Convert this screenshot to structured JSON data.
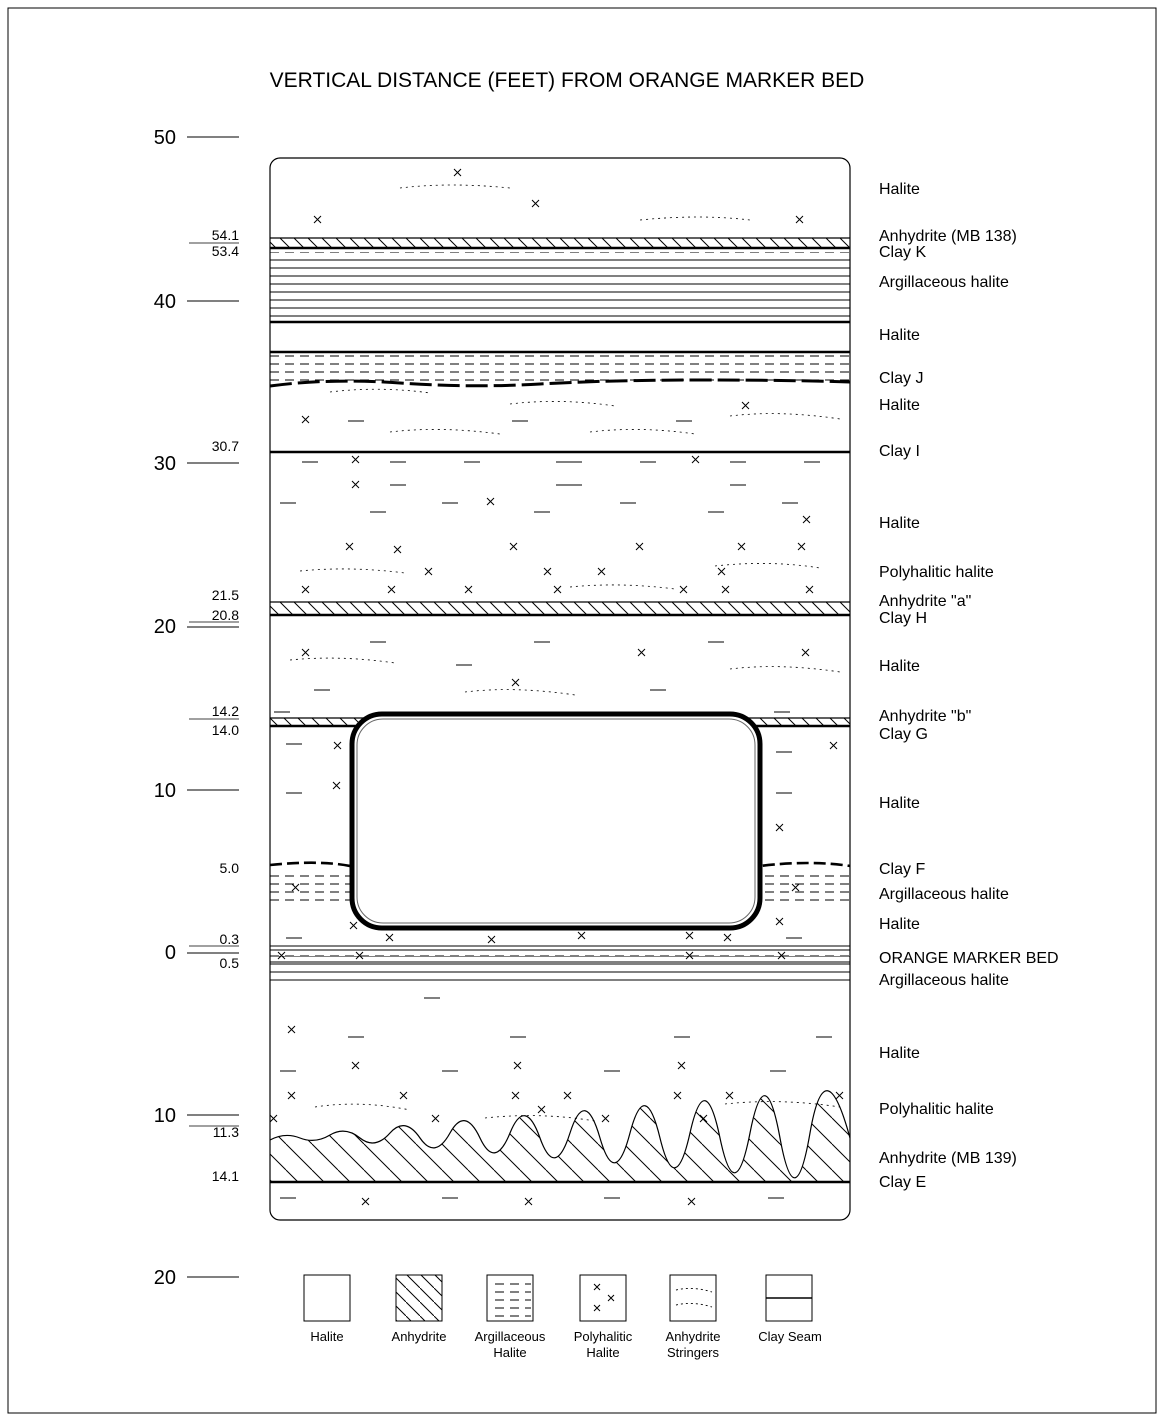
{
  "title": "VERTICAL DISTANCE (FEET) FROM ORANGE MARKER BED",
  "scale": {
    "labels": [
      "50",
      "40",
      "30",
      "20",
      "10",
      "0",
      "10",
      "20"
    ]
  },
  "elevations": [
    "54.1",
    "53.4",
    "30.7",
    "21.5",
    "20.8",
    "14.2",
    "14.0",
    "5.0",
    "0.3",
    "0.5",
    "11.3",
    "14.1"
  ],
  "units": [
    "Halite",
    "Anhydrite (MB 138)",
    "Clay K",
    "Argillaceous halite",
    "Halite",
    "Clay J",
    "Halite",
    "Clay I",
    "Halite",
    "Polyhalitic halite",
    "Anhydrite \"a\"",
    "Clay H",
    "Halite",
    "Anhydrite \"b\"",
    "Clay G",
    "Halite",
    "Clay F",
    "Argillaceous halite",
    "Halite",
    "ORANGE MARKER BED",
    "Argillaceous halite",
    "Halite",
    "Polyhalitic halite",
    "Anhydrite (MB 139)",
    "Clay E"
  ],
  "legend": [
    {
      "icon": "halite-pattern",
      "label": [
        "Halite"
      ]
    },
    {
      "icon": "anhydrite-pattern",
      "label": [
        "Anhydrite"
      ]
    },
    {
      "icon": "argillaceous-halite-pattern",
      "label": [
        "Argillaceous",
        "Halite"
      ]
    },
    {
      "icon": "polyhalitic-halite-pattern",
      "label": [
        "Polyhalitic",
        "Halite"
      ]
    },
    {
      "icon": "anhydrite-stringers-pattern",
      "label": [
        "Anhydrite",
        "Stringers"
      ]
    },
    {
      "icon": "clay-seam-pattern",
      "label": [
        "Clay Seam"
      ]
    }
  ]
}
